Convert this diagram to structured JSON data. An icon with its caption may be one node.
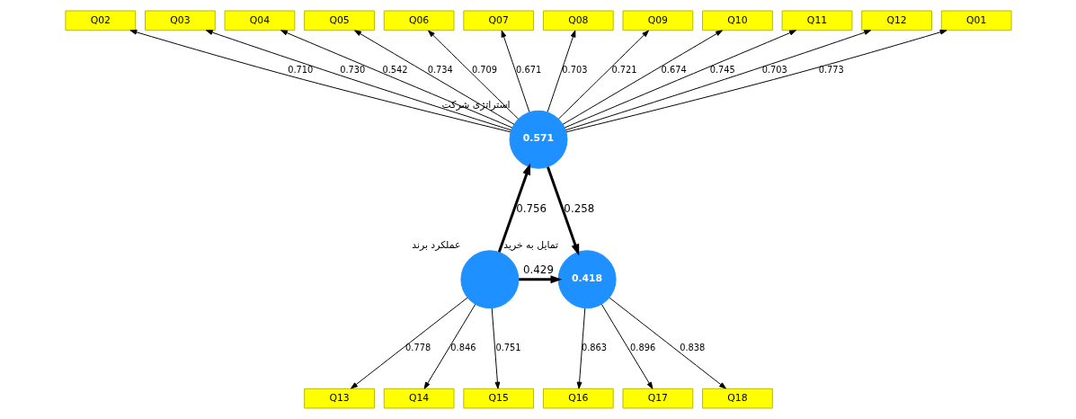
{
  "diagram": {
    "nodes": [
      {
        "text": [
          "Q02"
        ]
      },
      {
        "text": [
          "Q03"
        ]
      },
      {
        "text": [
          "Q04"
        ]
      },
      {
        "text": [
          "Q05"
        ]
      },
      {
        "text": [
          "Q06"
        ]
      },
      {
        "text": [
          "Q07"
        ]
      },
      {
        "text": [
          "Q08"
        ]
      },
      {
        "text": [
          "Q09"
        ]
      },
      {
        "text": [
          "Q10"
        ]
      },
      {
        "text": [
          "Q11"
        ]
      },
      {
        "text": [
          "Q12"
        ]
      },
      {
        "text": [
          "Q01"
        ]
      },
      {
        "text": [
          "0.571"
        ],
        "beside": [
          "استراتژی شرکت"
        ]
      },
      {
        "text": [
          "Q13"
        ]
      },
      {
        "text": [
          "Q14"
        ]
      },
      {
        "text": [
          "Q15"
        ]
      },
      {
        "text": [],
        "shape": "circle",
        "beside": [
          "عملکرد برند"
        ]
      },
      {
        "text": [
          "0.418"
        ],
        "beside": [
          "تمایل به خرید"
        ]
      },
      {
        "text": [
          "Q16"
        ]
      },
      {
        "text": [
          "Q17"
        ]
      },
      {
        "text": [
          "Q18"
        ]
      }
    ],
    "edges": [
      {
        "from": 12,
        "to": 0,
        "arrow": "to",
        "label": "0.710"
      },
      {
        "from": 12,
        "to": 1,
        "arrow": "to",
        "label": "0.730"
      },
      {
        "from": 12,
        "to": 2,
        "arrow": "to",
        "label": "0.542"
      },
      {
        "from": 12,
        "to": 3,
        "arrow": "to",
        "label": "0.734"
      },
      {
        "from": 12,
        "to": 4,
        "arrow": "to",
        "label": "0.709"
      },
      {
        "from": 12,
        "to": 5,
        "arrow": "to",
        "label": "0.671"
      },
      {
        "from": 12,
        "to": 6,
        "arrow": "to",
        "label": "0.703"
      },
      {
        "from": 12,
        "to": 7,
        "arrow": "to",
        "label": "0.721"
      },
      {
        "from": 12,
        "to": 8,
        "arrow": "to",
        "label": "0.674"
      },
      {
        "from": 12,
        "to": 9,
        "arrow": "to",
        "label": "0.745"
      },
      {
        "from": 12,
        "to": 10,
        "arrow": "to",
        "label": "0.703"
      },
      {
        "from": 12,
        "to": 11,
        "arrow": "to",
        "label": "0.773"
      },
      {
        "from": 16,
        "to": 12,
        "arrow": "to",
        "label": "0.756",
        "style": "thick"
      },
      {
        "from": 12,
        "to": 17,
        "arrow": "to",
        "label": "0.258",
        "style": "thick"
      },
      {
        "from": 16,
        "to": 13,
        "arrow": "to",
        "label": "0.778"
      },
      {
        "from": 16,
        "to": 14,
        "arrow": "to",
        "label": "0.846"
      },
      {
        "from": 16,
        "to": 15,
        "arrow": "to",
        "label": "0.751"
      },
      {
        "from": 16,
        "to": 17,
        "arrow": "to",
        "label": "0.429",
        "style": "thick"
      },
      {
        "from": 17,
        "to": 18,
        "arrow": "to",
        "label": "0.863"
      },
      {
        "from": 17,
        "to": 19,
        "arrow": "to",
        "label": "0.896"
      },
      {
        "from": 17,
        "to": 20,
        "arrow": "to",
        "label": "0.838"
      }
    ]
  }
}
